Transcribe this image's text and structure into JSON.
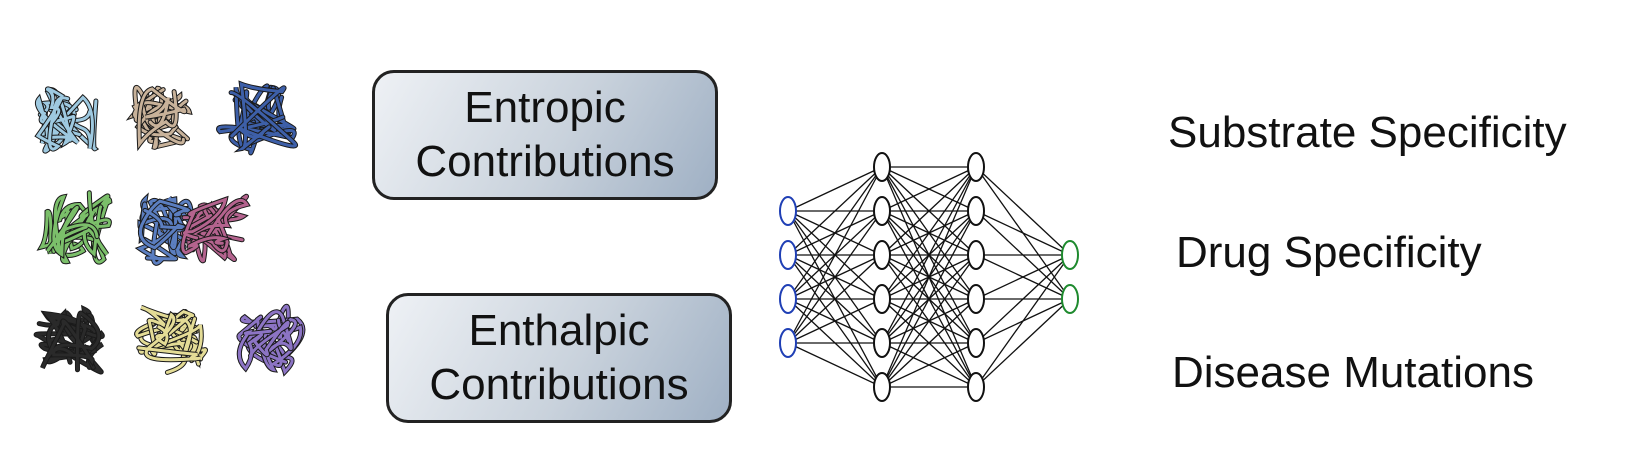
{
  "boxes": {
    "entropic": {
      "line1": "Entropic",
      "line2": "Contributions"
    },
    "enthalpic": {
      "line1": "Enthalpic",
      "line2": "Contributions"
    }
  },
  "outputs": [
    "Substrate Specificity",
    "Drug Specificity",
    "Disease Mutations"
  ],
  "network": {
    "layers": [
      4,
      6,
      6,
      2
    ],
    "input_color": "#1f3fb5",
    "hidden_color": "#111111",
    "output_color": "#1e8a2e"
  },
  "proteins": [
    {
      "name": "protein-light-blue",
      "color": "#9ec9e0"
    },
    {
      "name": "protein-tan",
      "color": "#c8b29a"
    },
    {
      "name": "protein-dark-blue",
      "color": "#3d5fa8"
    },
    {
      "name": "protein-green",
      "color": "#7bbf6a"
    },
    {
      "name": "protein-blue-pink-complex",
      "color": "#5b7ec0",
      "color2": "#b4638e"
    },
    {
      "name": "protein-black",
      "color": "#2a2a2a"
    },
    {
      "name": "protein-yellow",
      "color": "#e4dc96"
    },
    {
      "name": "protein-purple",
      "color": "#8c74c4"
    }
  ]
}
